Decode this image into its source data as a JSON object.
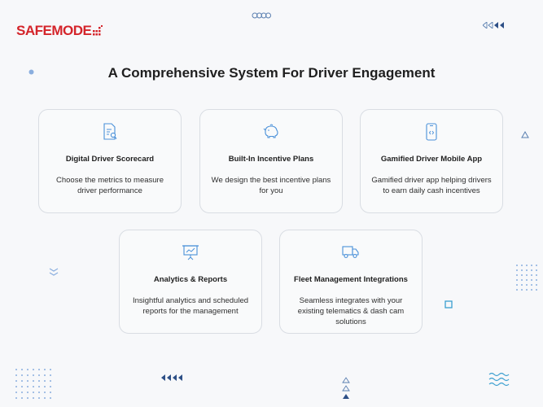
{
  "brand": {
    "logo_text": "SAFEMODE",
    "accent": "#d4242a"
  },
  "page": {
    "title": "A Comprehensive System For Driver Engagement"
  },
  "cards": [
    {
      "title": "Digital Driver Scorecard",
      "description": "Choose the metrics to measure driver performance",
      "icon": "scorecard-icon"
    },
    {
      "title": "Built-In Incentive Plans",
      "description": "We design the best incentive plans for you",
      "icon": "piggy-bank-icon"
    },
    {
      "title": "Gamified Driver Mobile App",
      "description": "Gamified driver app helping drivers to earn daily cash incentives",
      "icon": "mobile-app-icon"
    },
    {
      "title": "Analytics & Reports",
      "description": "Insightful analytics and scheduled reports for the management",
      "icon": "presentation-chart-icon"
    },
    {
      "title": "Fleet Management Integrations",
      "description": "Seamless integrates with your existing telematics & dash cam solutions",
      "icon": "truck-icon"
    }
  ],
  "colors": {
    "icon_blue": "#4a90d9",
    "card_border": "#d9dde3",
    "background": "#f7f8fa"
  }
}
